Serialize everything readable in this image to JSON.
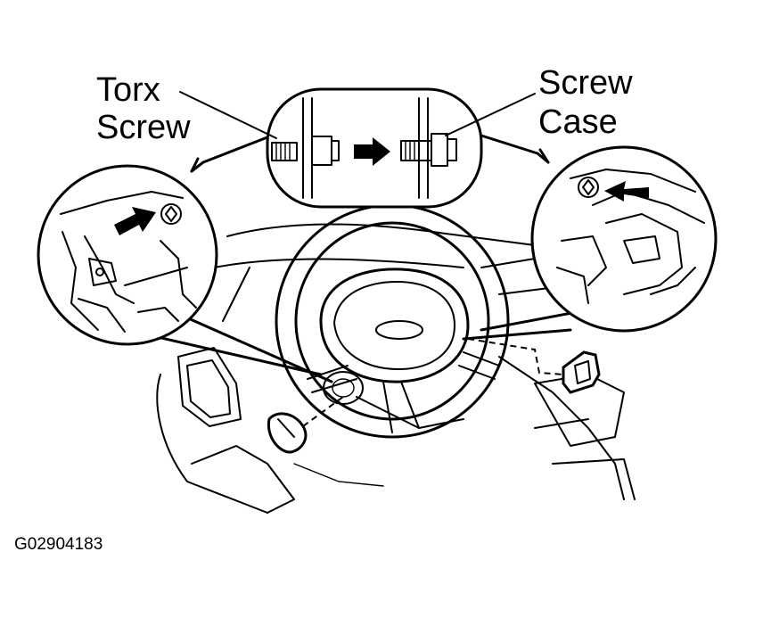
{
  "labels": {
    "torx_screw_line1": "Torx",
    "torx_screw_line2": "Screw",
    "screw_case_line1": "Screw",
    "screw_case_line2": "Case"
  },
  "figure_code": "G02904183",
  "colors": {
    "ink": "#000000",
    "paper": "#ffffff"
  }
}
